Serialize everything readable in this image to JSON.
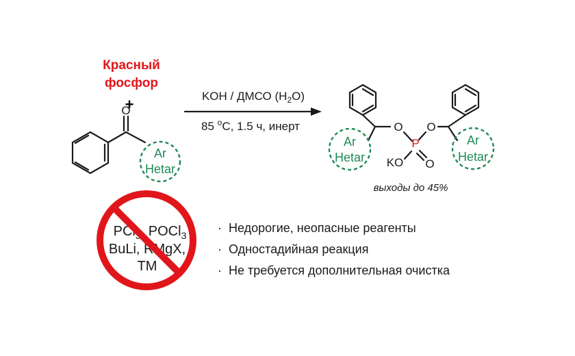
{
  "reagent": {
    "line1": "Красный",
    "line2": "фосфор",
    "plus": "+"
  },
  "arrow": {
    "above": {
      "text": "KOH / ДМСО (H",
      "sub": "2",
      "tail": "O)"
    },
    "below": {
      "text": "85 ",
      "sup": "o",
      "tail": "C, 1.5 ч, инерт"
    }
  },
  "substituent": {
    "top": "Ar",
    "bottom": "Hetar"
  },
  "product": {
    "O": "O",
    "P": "P",
    "KO": "KO"
  },
  "yield": "выходы до 45%",
  "not_required": {
    "line1": {
      "a": "PCl",
      "a_sub": "3",
      "b": ", POCl",
      "b_sub": "3"
    },
    "line2": "BuLi, RMgX,",
    "line3": "TM"
  },
  "features": [
    "Недорогие, неопасные реагенты",
    "Одностадийная реакция",
    "Не требуется дополнительная очистка"
  ],
  "colors": {
    "red": "#e0161b",
    "green": "#1e8a55",
    "ink": "#1a1a1a"
  },
  "icons": {
    "prohibition": "no-sign-icon",
    "bullet": "middle-dot"
  }
}
